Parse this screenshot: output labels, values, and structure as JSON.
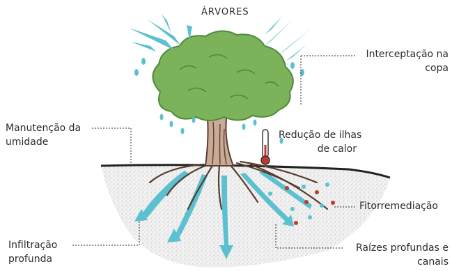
{
  "title": "ÁRVORES",
  "labels": {
    "interception": [
      "Interceptação na",
      "copa"
    ],
    "humidity": [
      "Manutenção da",
      "umidade"
    ],
    "heat_island": [
      "Redução de ilhas",
      "de calor"
    ],
    "phytoremediation": [
      "Fitorremediação"
    ],
    "infiltration": [
      "Infiltração",
      "profunda"
    ],
    "roots": [
      "Raízes profundas e",
      "canais"
    ]
  },
  "colors": {
    "foliage": "#7cb35a",
    "foliage_dark": "#4f8a3a",
    "trunk": "#c9aa96",
    "trunk_line": "#5a3d30",
    "water": "#5bc0cf",
    "soil": "#e8e8e8",
    "text": "#2b2b2b"
  },
  "icons": [
    "rain-drop-icon",
    "thermometer-icon",
    "water-flow-arrow-icon"
  ]
}
